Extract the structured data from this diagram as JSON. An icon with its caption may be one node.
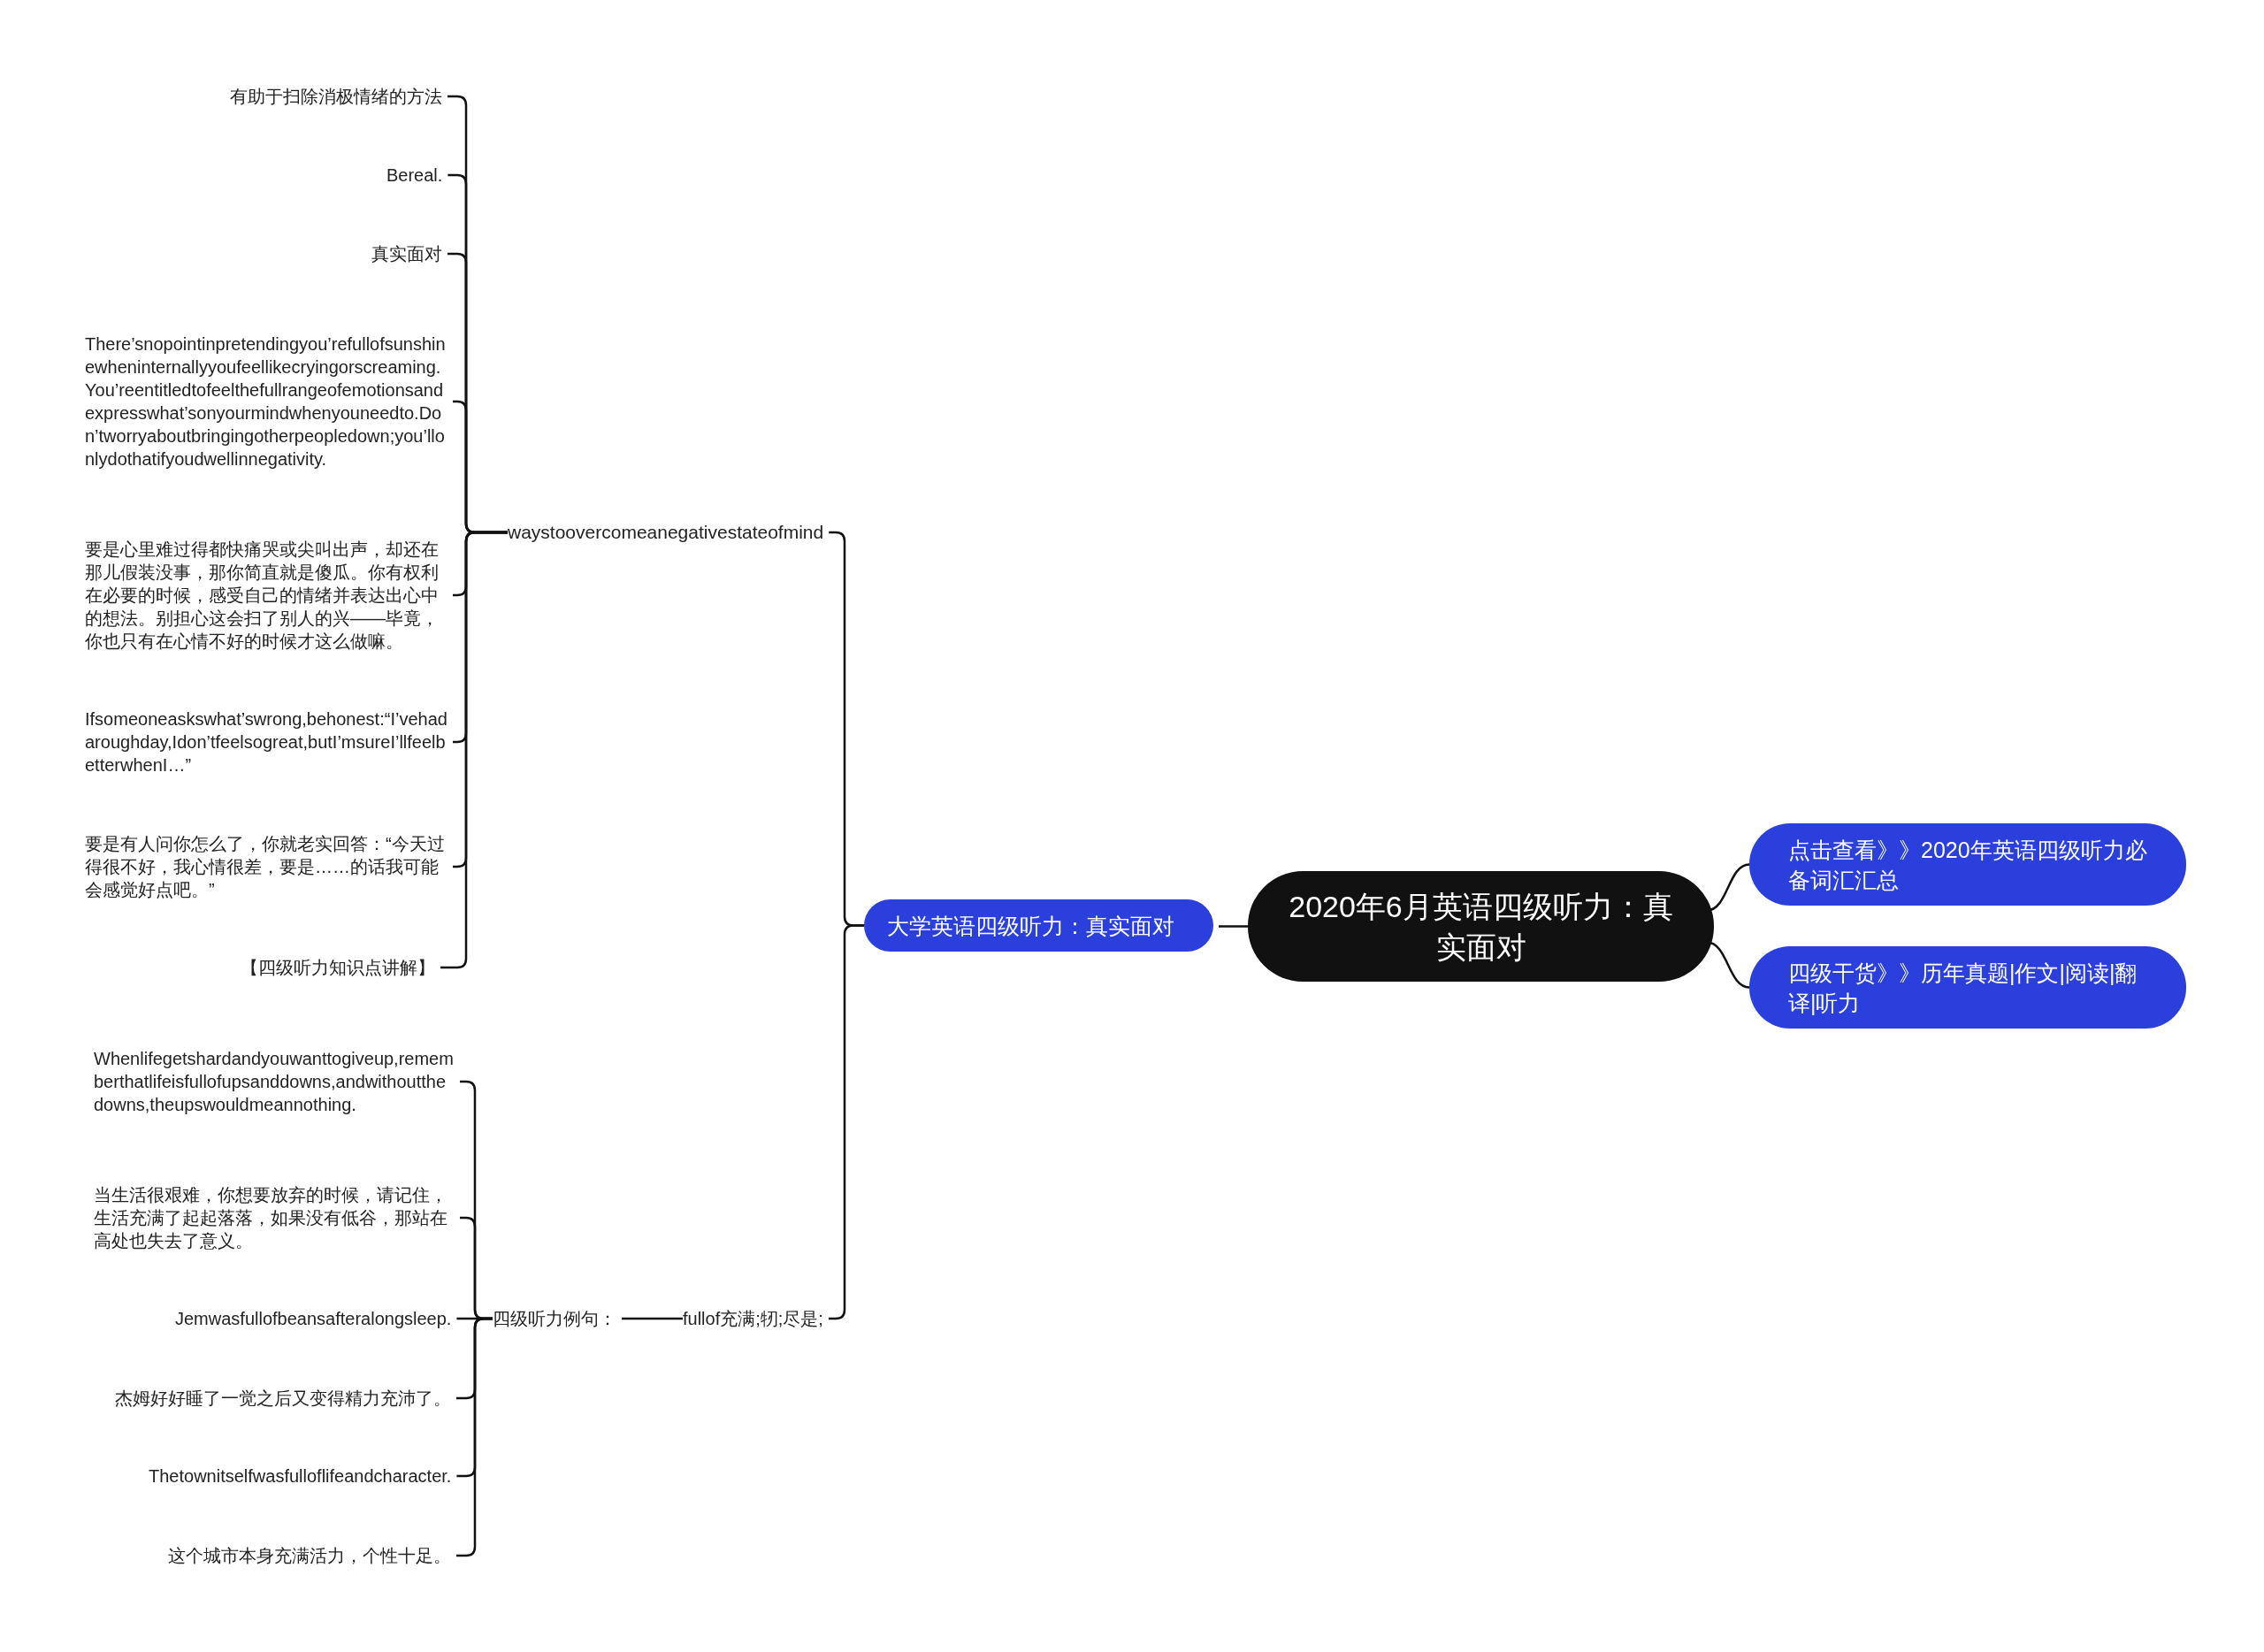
{
  "diagram": {
    "nodes": [
      {
        "text": [
          "2020年6月英语四级听力：真实面对"
        ]
      },
      {
        "text": [
          "点击查看》》2020年英语四级听力必备词汇汇总"
        ]
      },
      {
        "text": [
          "四级干货》》历年真题|作文|阅读|翻译|听力"
        ]
      },
      {
        "text": [
          "大学英语四级听力：真实面对"
        ]
      },
      {
        "text": [
          "waystoovercomeanegativestateofmind"
        ]
      },
      {
        "text": [
          "有助于扫除消极情绪的方法"
        ]
      },
      {
        "text": [
          "Bereal."
        ]
      },
      {
        "text": [
          "真实面对"
        ]
      },
      {
        "text": [
          "There’snopointinpretendingyou’refullofsunshinewheninternallyyoufeellikecryingorscreaming.You’reentitledtofeelthefullrangeofemotionsandexpresswhat’sonyourmindwhenyouneedto.Don’tworryaboutbringingotherpeopledown;you’llonlydothatifyoudwellinnegativity."
        ]
      },
      {
        "text": [
          "要是心里难过得都快痛哭或尖叫出声，却还在那儿假装没事，那你简直就是傻瓜。你有权利在必要的时候，感受自己的情绪并表达出心中的想法。别担心这会扫了别人的兴——毕竟，你也只有在心情不好的时候才这么做嘛。"
        ]
      },
      {
        "text": [
          "Ifsomeoneaskswhat’swrong,behonest:“I’vehadaroughday,Idon’tfeelsogreat,butI’msureI’llfeelbetterwhenI…”"
        ]
      },
      {
        "text": [
          "要是有人问你怎么了，你就老实回答：“今天过得很不好，我心情很差，要是……的话我可能会感觉好点吧。”"
        ]
      },
      {
        "text": [
          "【四级听力知识点讲解】"
        ]
      },
      {
        "text": [
          "fullof充满;牣;尽是;"
        ]
      },
      {
        "text": [
          "四级听力例句："
        ]
      },
      {
        "text": [
          "Whenlifegetshardandyouwanttogiveup,rememberthatlifeisfullofupsanddowns,andwithoutthedowns,theupswouldmeannothing."
        ]
      },
      {
        "text": [
          "当生活很艰难，你想要放弃的时候，请记住，生活充满了起起落落，如果没有低谷，那站在高处也失去了意义。"
        ]
      },
      {
        "text": [
          "Jemwasfullofbeansafteralongsleep."
        ]
      },
      {
        "text": [
          "杰姆好好睡了一觉之后又变得精力充沛了。"
        ]
      },
      {
        "text": [
          "Thetownitselfwasfulloflifeandcharacter."
        ]
      },
      {
        "text": [
          "这个城市本身充满活力，个性十足。"
        ]
      }
    ],
    "edges": [
      {
        "from": 0,
        "to": 1,
        "arrow": "none"
      },
      {
        "from": 0,
        "to": 2,
        "arrow": "none"
      },
      {
        "from": 0,
        "to": 3,
        "arrow": "none"
      },
      {
        "from": 3,
        "to": 4,
        "arrow": "none"
      },
      {
        "from": 4,
        "to": 5,
        "arrow": "none"
      },
      {
        "from": 4,
        "to": 6,
        "arrow": "none"
      },
      {
        "from": 4,
        "to": 7,
        "arrow": "none"
      },
      {
        "from": 4,
        "to": 8,
        "arrow": "none"
      },
      {
        "from": 4,
        "to": 9,
        "arrow": "none"
      },
      {
        "from": 4,
        "to": 10,
        "arrow": "none"
      },
      {
        "from": 4,
        "to": 11,
        "arrow": "none"
      },
      {
        "from": 4,
        "to": 12,
        "arrow": "none"
      },
      {
        "from": 3,
        "to": 13,
        "arrow": "none"
      },
      {
        "from": 13,
        "to": 14,
        "arrow": "none"
      },
      {
        "from": 14,
        "to": 15,
        "arrow": "none"
      },
      {
        "from": 14,
        "to": 16,
        "arrow": "none"
      },
      {
        "from": 14,
        "to": 17,
        "arrow": "none"
      },
      {
        "from": 14,
        "to": 18,
        "arrow": "none"
      },
      {
        "from": 14,
        "to": 19,
        "arrow": "none"
      },
      {
        "from": 14,
        "to": 20,
        "arrow": "none"
      }
    ]
  }
}
